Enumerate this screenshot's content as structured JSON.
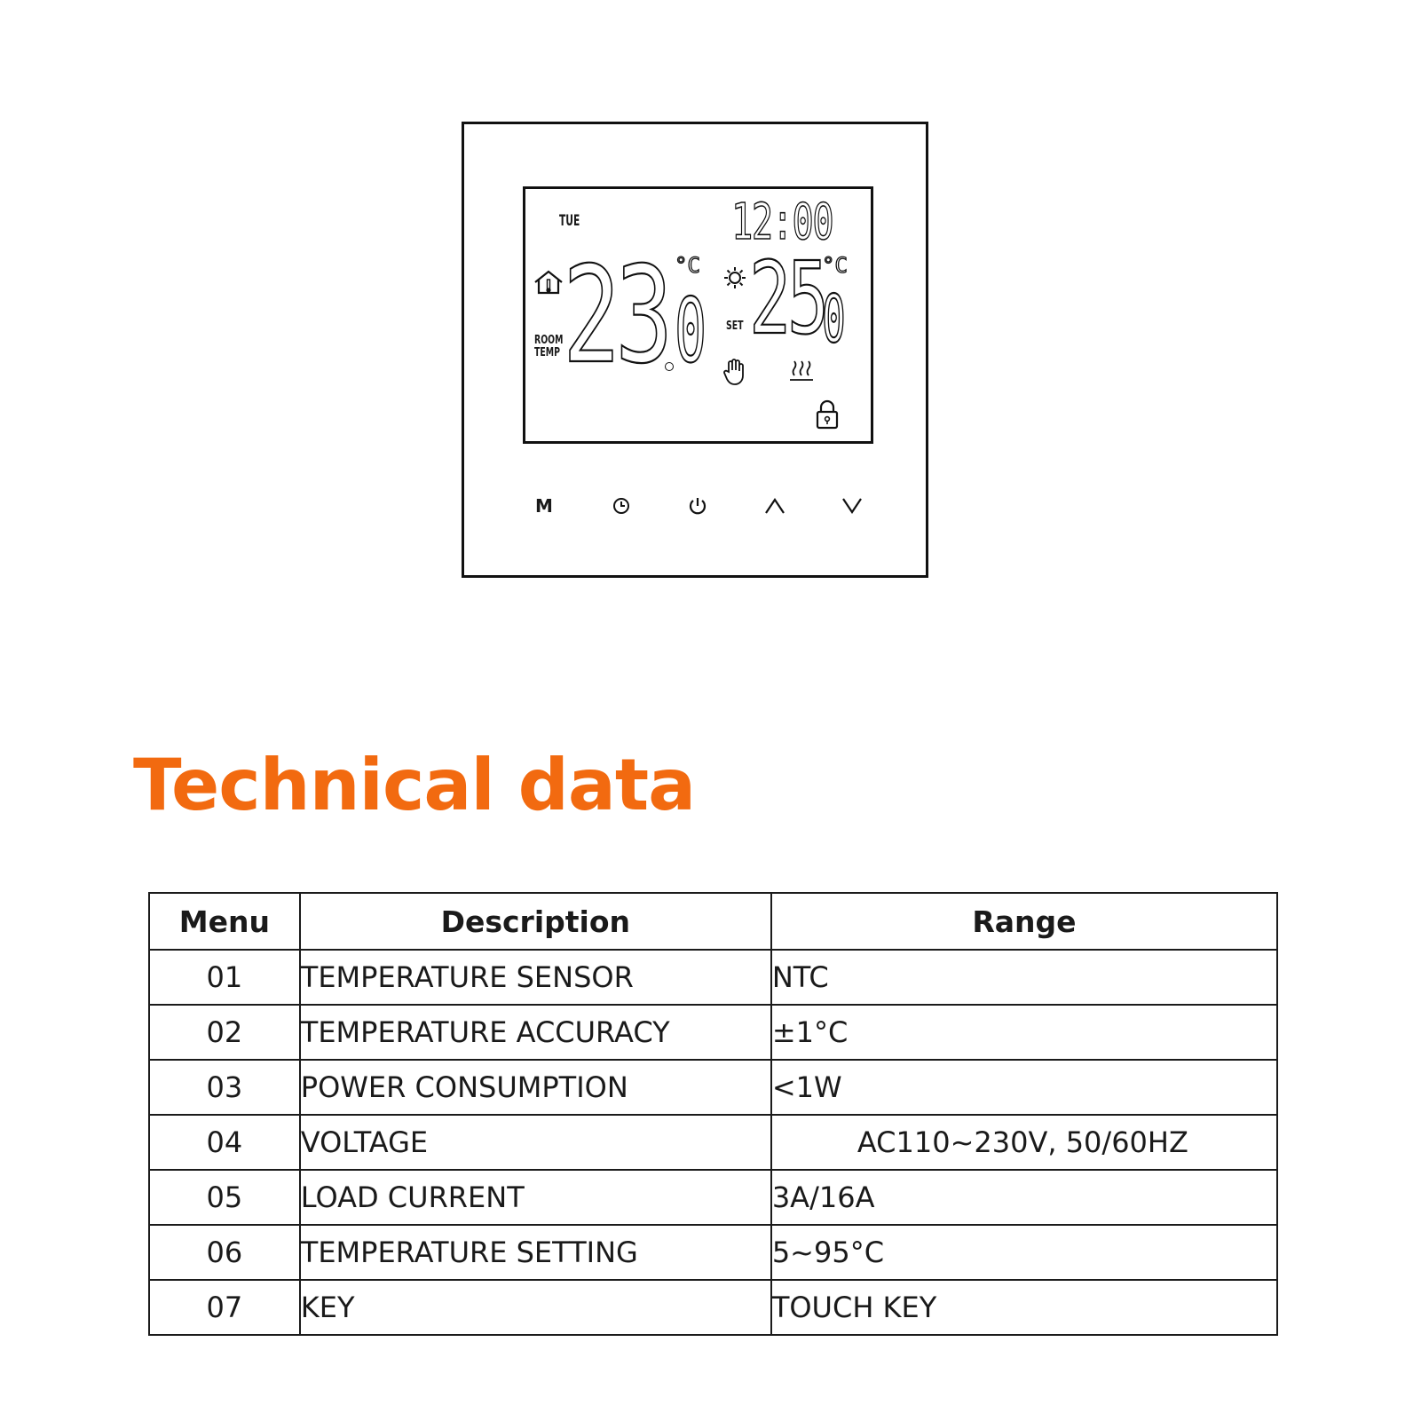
{
  "device": {
    "day": "TUE",
    "time": "12:00",
    "room_temp_main": "23",
    "room_temp_decimal": "0",
    "room_unit": "°C",
    "room_label_line1": "ROOM",
    "room_label_line2": "TEMP",
    "set_temp_main": "25",
    "set_temp_decimal": "0",
    "set_unit": "°C",
    "set_label": "SET",
    "buttons": {
      "mode_label": "M"
    }
  },
  "section_title": "Technical data",
  "table": {
    "headers": [
      "Menu",
      "Description",
      "Range"
    ],
    "rows": [
      {
        "menu": "01",
        "description": "TEMPERATURE SENSOR",
        "range": "NTC"
      },
      {
        "menu": "02",
        "description": "TEMPERATURE ACCURACY",
        "range": "±1°C"
      },
      {
        "menu": "03",
        "description": "POWER CONSUMPTION",
        "range": "<1W"
      },
      {
        "menu": "04",
        "description": "VOLTAGE",
        "range": "AC110~230V, 50/60HZ"
      },
      {
        "menu": "05",
        "description": "LOAD CURRENT",
        "range": "3A/16A"
      },
      {
        "menu": "06",
        "description": "TEMPERATURE SETTING",
        "range": "5~95°C"
      },
      {
        "menu": "07",
        "description": "KEY",
        "range": "TOUCH KEY"
      }
    ]
  }
}
